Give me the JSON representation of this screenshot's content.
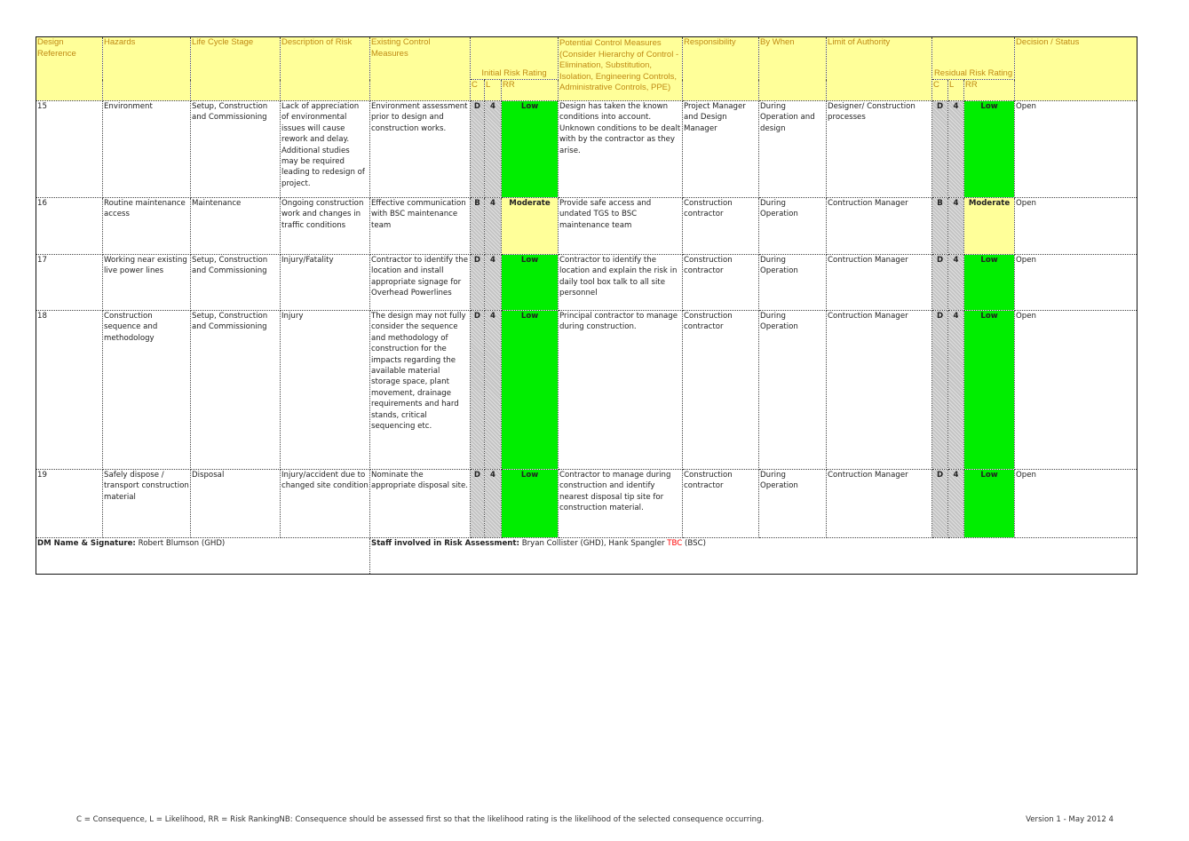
{
  "headers": {
    "design_reference": "Design Reference",
    "hazards": "Hazards",
    "life_cycle_stage": "Life Cycle Stage",
    "description_of_risk": "Description of Risk",
    "existing_control_measures": "Existing Control Measures",
    "initial_risk_rating": "Initial Risk Rating",
    "potential_control_measures": "Potential Control Measures (Consider Hierarchy of Control - Elimination, Substitution, Isolation, Engineering Controls, Administrative Controls, PPE)",
    "responsibility": "Responsibility",
    "by_when": "By When",
    "limit_of_authority": "Limit of Authority",
    "residual_risk_rating": "Residual Risk Rating",
    "decision_status": "Decision / Status",
    "c": "C",
    "l": "L",
    "rr": "RR"
  },
  "rows": [
    {
      "ref": "15",
      "hazard": "Environment",
      "stage": "Setup, Construction and Commissioning",
      "description": "Lack of appreciation of environmental issues will cause rework and delay. Additional studies may be required leading to redesign of project.",
      "existing": "Environment assessment prior to design and construction works.",
      "init_c": "D",
      "init_l": "4",
      "init_rr": "Low",
      "potential": "Design has taken the known conditions into account. Unknown conditions to be dealt with by the contractor as they arise.",
      "responsibility": "Project Manager and Design Manager",
      "by_when": "During Operation and design",
      "authority": "Designer/ Construction processes",
      "res_c": "D",
      "res_l": "4",
      "res_rr": "Low",
      "status": "Open"
    },
    {
      "ref": "16",
      "hazard": "Routine maintenance access",
      "stage": "Maintenance",
      "description": "Ongoing construction work and changes in traffic conditions",
      "existing": "Effective communication with BSC maintenance team",
      "init_c": "B",
      "init_l": "4",
      "init_rr": "Moderate",
      "potential": "Provide safe access and undated TGS to BSC maintenance team",
      "responsibility": "Construction contractor",
      "by_when": "During Operation",
      "authority": "Contruction Manager",
      "res_c": "B",
      "res_l": "4",
      "res_rr": "Moderate",
      "status": "Open"
    },
    {
      "ref": "17",
      "hazard": "Working near existing live power lines",
      "stage": "Setup, Construction and Commissioning",
      "description": "Injury/Fatality",
      "existing": "Contractor to identify the location and install appropriate signage for Overhead Powerlines",
      "init_c": "D",
      "init_l": "4",
      "init_rr": "Low",
      "potential": "Contractor to identify the location and explain the risk in daily tool box talk to all site personnel",
      "responsibility": "Construction contractor",
      "by_when": "During Operation",
      "authority": "Contruction Manager",
      "res_c": "D",
      "res_l": "4",
      "res_rr": "Low",
      "status": "Open"
    },
    {
      "ref": "18",
      "hazard": "Construction sequence and methodology",
      "stage": "Setup, Construction and Commissioning",
      "description": "Injury",
      "existing": "The design may not fully consider the sequence and methodology of construction for the impacts regarding the available material storage space, plant movement, drainage requirements and hard stands, critical sequencing etc.",
      "init_c": "D",
      "init_l": "4",
      "init_rr": "Low",
      "potential": "Principal contractor to manage during construction.",
      "responsibility": "Construction contractor",
      "by_when": "During Operation",
      "authority": "Contruction Manager",
      "res_c": "D",
      "res_l": "4",
      "res_rr": "Low",
      "status": "Open"
    },
    {
      "ref": "19",
      "hazard": "Safely dispose / transport construction material",
      "stage": "Disposal",
      "description": "Injury/accident due to changed site condition",
      "existing": "Nominate the appropriate disposal site.",
      "init_c": "D",
      "init_l": "4",
      "init_rr": "Low",
      "potential": "Contractor to manage during construction and identify nearest disposal tip site for construction material.",
      "responsibility": "Construction contractor",
      "by_when": "During Operation",
      "authority": "Contruction Manager",
      "res_c": "D",
      "res_l": "4",
      "res_rr": "Low",
      "status": "Open"
    }
  ],
  "signature": {
    "dm_label": "DM Name & Signature:",
    "dm_value": "Robert Blumson (GHD)",
    "staff_label": "Staff involved in Risk Assessment:",
    "staff_value": "Bryan Collister (GHD), Hank Spangler",
    "staff_tbc": "TBC",
    "staff_suffix": "(BSC)"
  },
  "footer": {
    "legend": "C = Consequence, L = Likelihood,  RR = Risk RankingNB: Consequence should be assessed first so that the likelihood rating is the likelihood of the selected consequence occurring.",
    "version": "Version 1 - May 2012 4"
  },
  "colors": {
    "header_bg": "#ffff99",
    "header_text": "#c08a14",
    "low": "#00ee00",
    "moderate": "#ffff99",
    "grey": "#c4c4c4",
    "tbc": "#ff0000"
  }
}
